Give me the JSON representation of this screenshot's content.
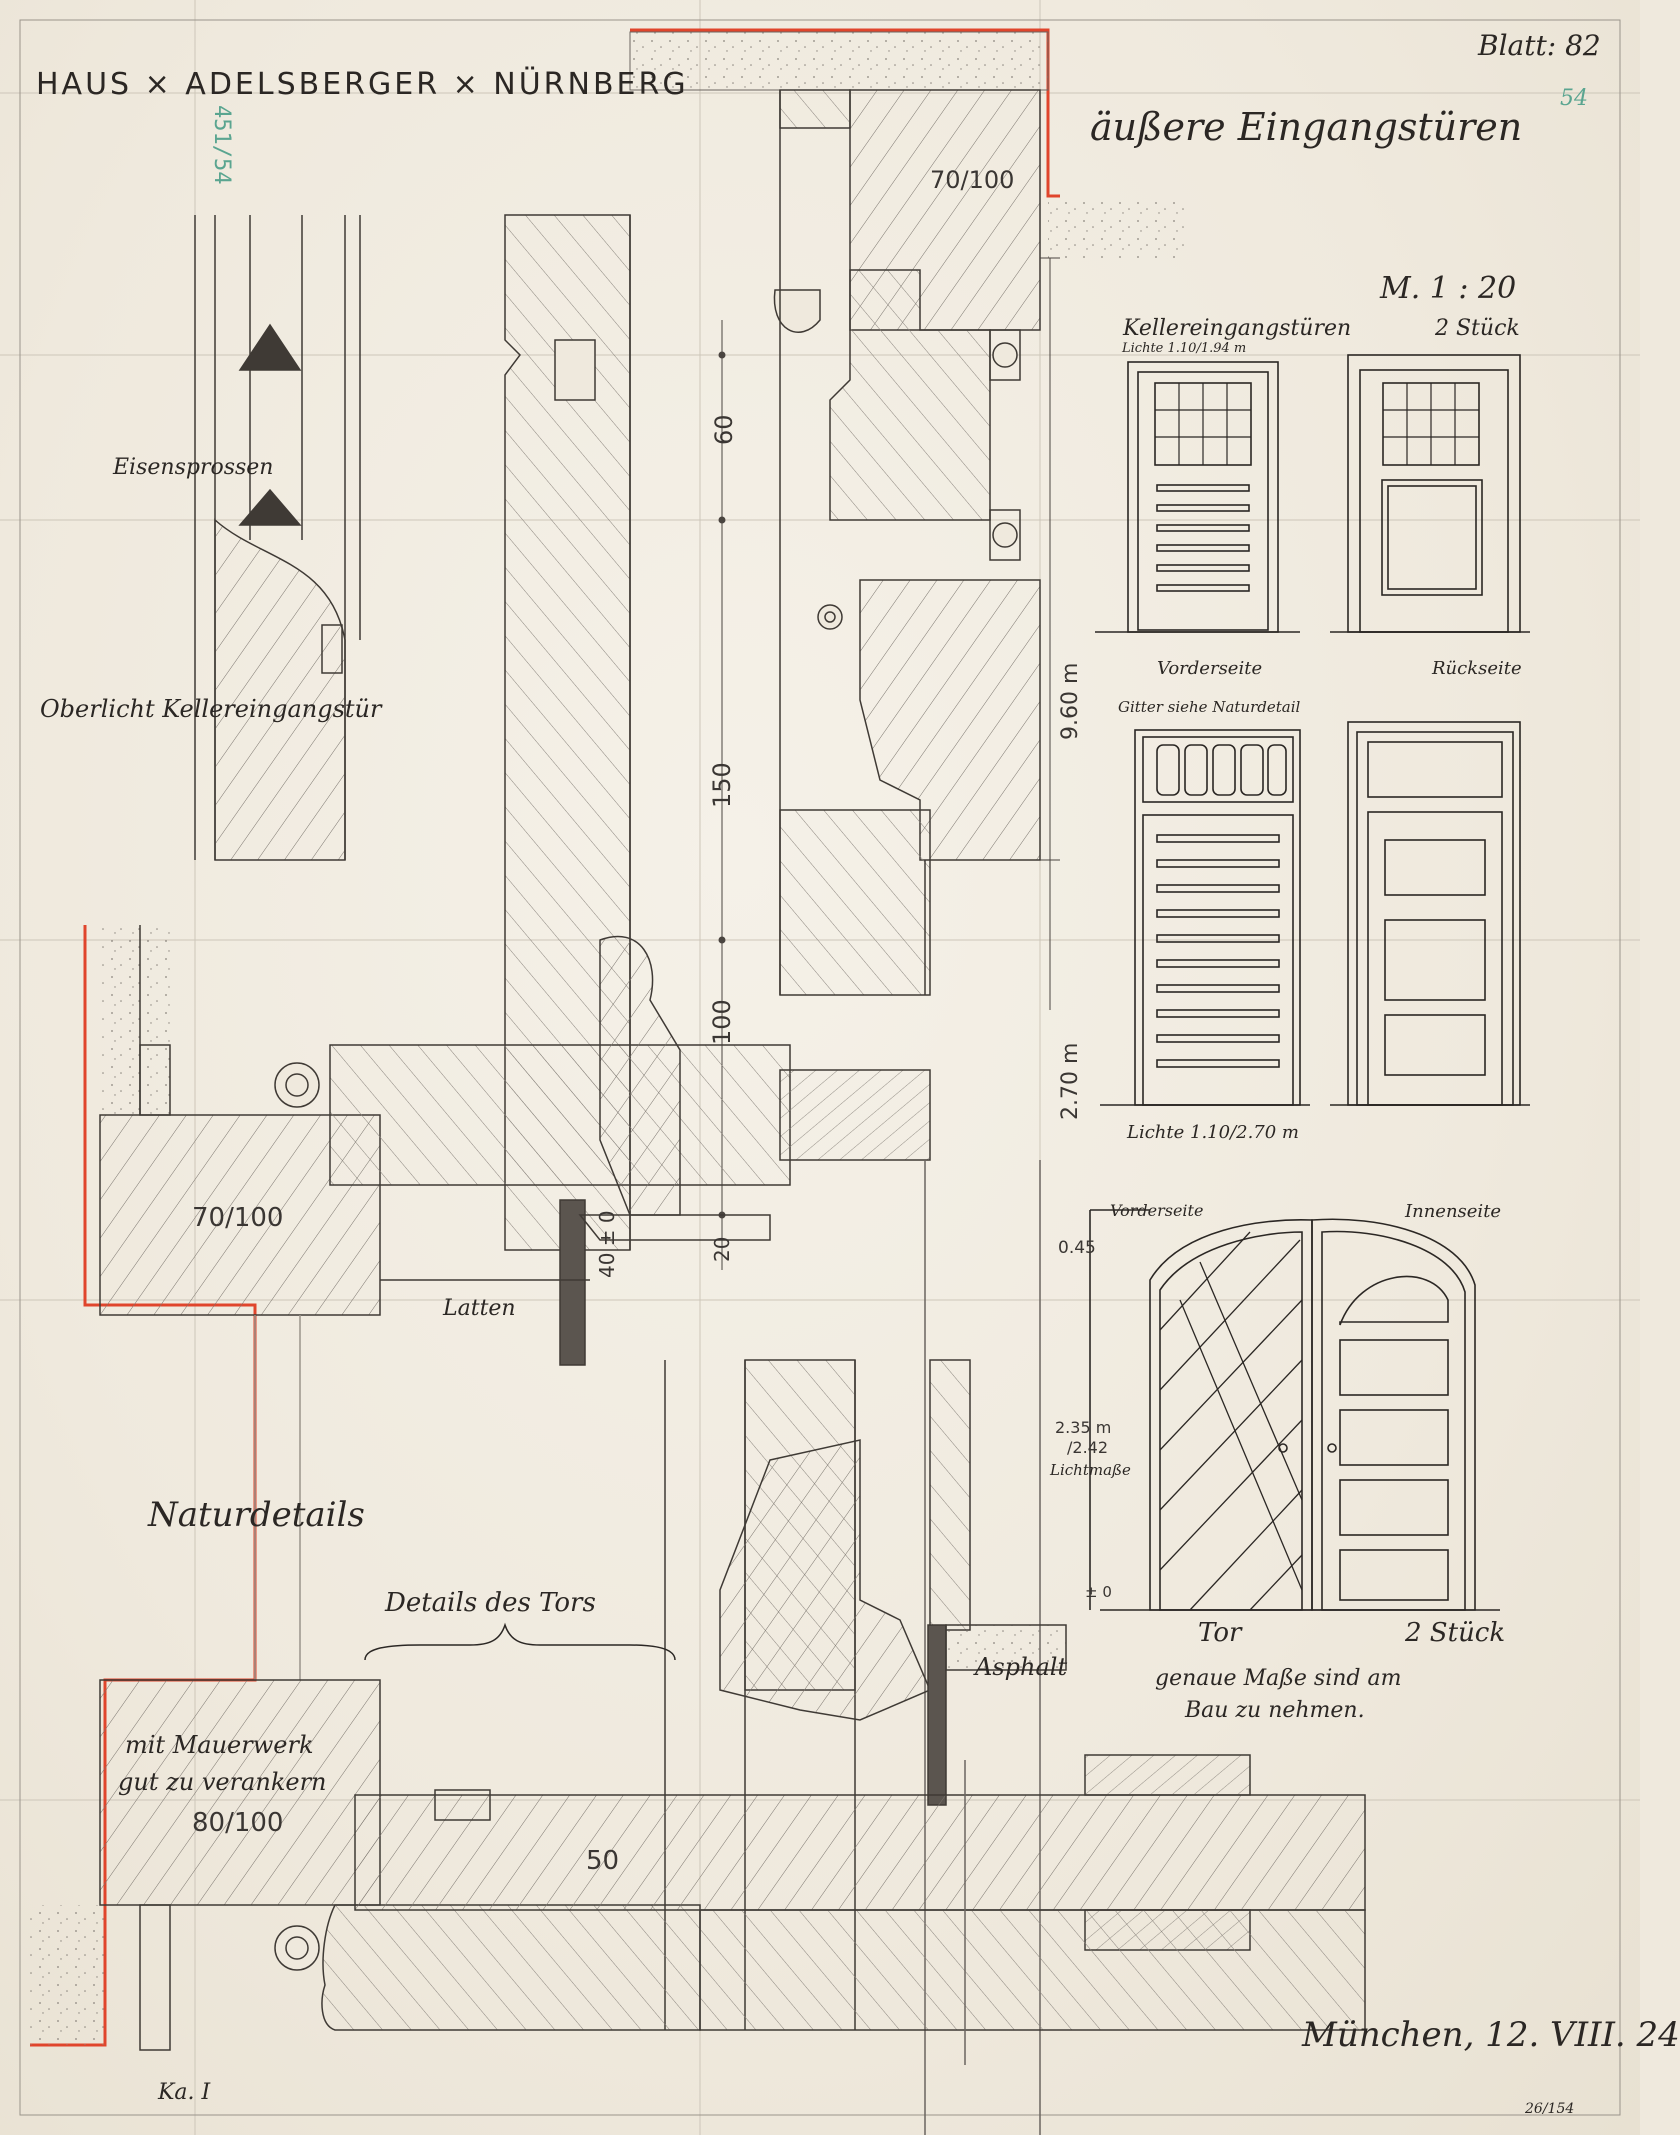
{
  "sheet": {
    "title": "HAUS × ADELSBERGER × NÜRNBERG",
    "sheet_number": "Blatt: 82",
    "subtitle": "äußere Eingangstüren",
    "scale": "M. 1 : 20",
    "stamp": "451/54",
    "corner_mark": "54",
    "signature_place_date": "München, 12. VIII. 24",
    "archive_number": "26/154",
    "initials": "Ka. I",
    "colors": {
      "ink": "#2b2724",
      "pencil": "#6b6560",
      "red_margin": "#e0452c",
      "stamp": "#5aa590",
      "paper": "#efe9dd"
    }
  },
  "details": {
    "eisensprossen": "Eisensprossen",
    "oberlicht": "Oberlicht Kellereingangstür",
    "natur_details": "Naturdetails",
    "details_tor": "Details des Tors",
    "latten": "Latten",
    "asphalt": "Asphalt",
    "mauerwerk_1": "mit Mauerwerk",
    "mauerwerk_2": "gut zu verankern",
    "dim_70_100_top": "70/100",
    "dim_70_100_mid": "70/100",
    "dim_80_100": "80/100",
    "dim_60": "60",
    "dim_150": "150",
    "dim_100": "100",
    "dim_20": "20",
    "dim_50": "50",
    "dim_40": "40 ± 0"
  },
  "elevations": {
    "keller_title": "Kellereingangstüren",
    "keller_count": "2 Stück",
    "keller_lichte": "Lichte 1.10/1.94 m",
    "vorderseite": "Vorderseite",
    "rueckseite": "Rückseite",
    "gitter": "Gitter siehe Naturdetail",
    "lichte_2": "Lichte 1.10/2.70 m",
    "dim_960": "9.60 m",
    "dim_270": "2.70 m",
    "tor_vorderseite": "Vorderseite",
    "tor_innenseite": "Innenseite",
    "dim_045": "0.45",
    "dim_235": "2.35 m",
    "dim_242": "/2.42",
    "lichtmasse": "Lichtmaße",
    "dim_pm0": "± 0",
    "tor_label": "Tor",
    "tor_count": "2 Stück",
    "note_1": "genaue Maße sind am",
    "note_2": "Bau zu nehmen."
  }
}
